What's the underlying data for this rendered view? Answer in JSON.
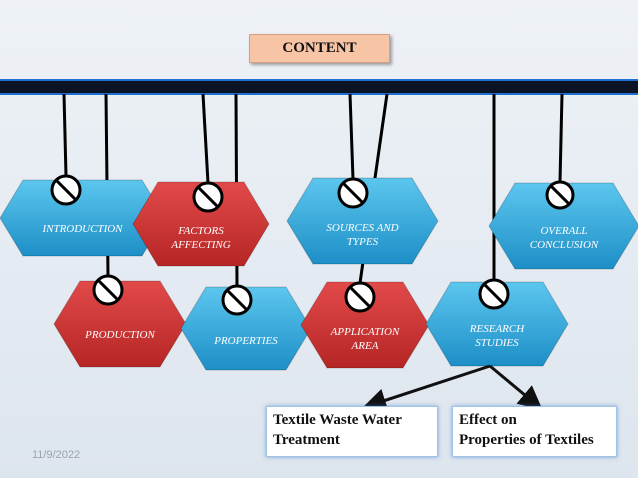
{
  "title": "CONTENT",
  "date": "11/9/2022",
  "colors": {
    "blue": "#2aa3d6",
    "red": "#cc3232",
    "bar": "#0b1424",
    "bar_edge": "#1f6fd0"
  },
  "nodes": [
    {
      "id": "introduction",
      "label": "INTRODUCTION",
      "color": "blue"
    },
    {
      "id": "factors",
      "label": "FACTORS\nAFFECTING",
      "color": "red"
    },
    {
      "id": "sources",
      "label": "SOURCES AND\nTYPES",
      "color": "blue"
    },
    {
      "id": "conclusion",
      "label": "OVERALL\nCONCLUSION",
      "color": "blue"
    },
    {
      "id": "production",
      "label": "PRODUCTION",
      "color": "red"
    },
    {
      "id": "properties",
      "label": "PROPERTIES",
      "color": "blue"
    },
    {
      "id": "application",
      "label": "APPLICATION\nAREA",
      "color": "red"
    },
    {
      "id": "research",
      "label": "RESEARCH\nSTUDIES",
      "color": "blue"
    }
  ],
  "notes": [
    {
      "id": "wastewater",
      "text": "Textile Waste Water\nTreatment"
    },
    {
      "id": "effect",
      "text": "Effect on\nProperties of Textiles"
    }
  ]
}
